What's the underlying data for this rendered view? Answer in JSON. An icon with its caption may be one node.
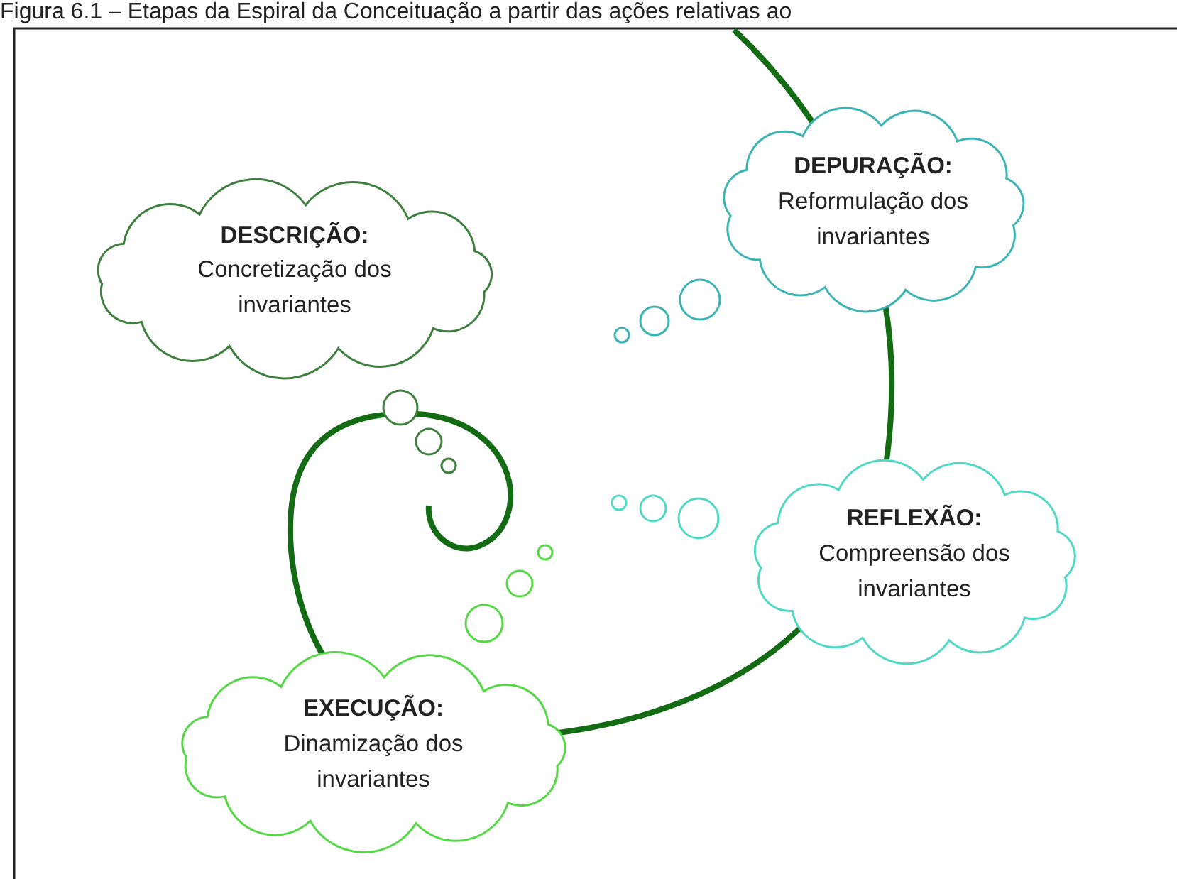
{
  "diagram": {
    "title": "Figura 6.1 – Etapas da Espiral da Conceituação a partir das ações relativas ao",
    "nodes": [
      {
        "text": [
          "DESCRIÇÃO:",
          "Concretização dos invariantes"
        ]
      },
      {
        "text": [
          "DEPURAÇÃO:",
          "Reformulação dos invariantes"
        ]
      },
      {
        "text": [
          "REFLEXÃO:",
          "Compreensão dos invariantes"
        ]
      },
      {
        "text": [
          "EXECUÇÃO:",
          "Dinamização dos invariantes"
        ]
      }
    ],
    "edges": []
  }
}
